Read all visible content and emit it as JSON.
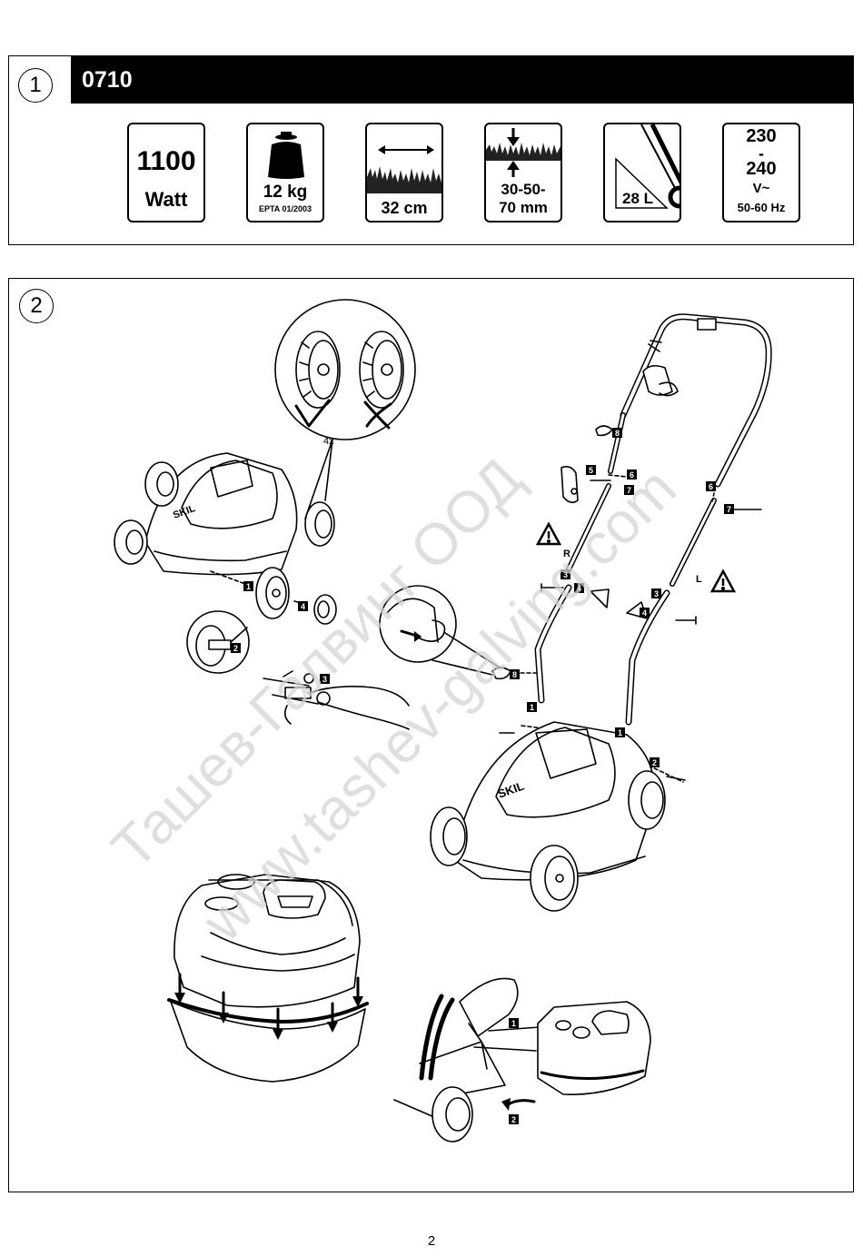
{
  "section1": {
    "number": "1",
    "model": "0710",
    "tiles": {
      "power": {
        "value": "1100",
        "unit": "Watt",
        "icon": "power-icon"
      },
      "weight": {
        "value": "12 kg",
        "note": "EPTA 01/2003",
        "icon": "weight-icon"
      },
      "cutting_width": {
        "value": "32 cm",
        "icon": "cutting-width-icon"
      },
      "cutting_height": {
        "value_line1": "30-50-",
        "value_line2": "70 mm",
        "icon": "cutting-height-icon"
      },
      "grass_box": {
        "value": "28 L",
        "icon": "grass-box-icon"
      },
      "voltage": {
        "line1": "230",
        "line2": "-",
        "line3": "240",
        "line4": "V~",
        "line5": "50-60 Hz",
        "icon": "voltage-icon"
      }
    }
  },
  "section2": {
    "number": "2",
    "wheel_count": "4x",
    "brand": "SKIL",
    "side_right": "R",
    "side_left": "L",
    "step_labels": [
      "1",
      "2",
      "3",
      "4",
      "5",
      "6",
      "7",
      "8"
    ],
    "icons": [
      "check-icon",
      "cross-icon",
      "warning-icon",
      "arrow-down-icon",
      "curved-arrow-icon"
    ]
  },
  "watermark": {
    "line1": "Ташев-Галвинг ООД",
    "line2": "www.tashev-galving.com"
  },
  "page_number": "2"
}
